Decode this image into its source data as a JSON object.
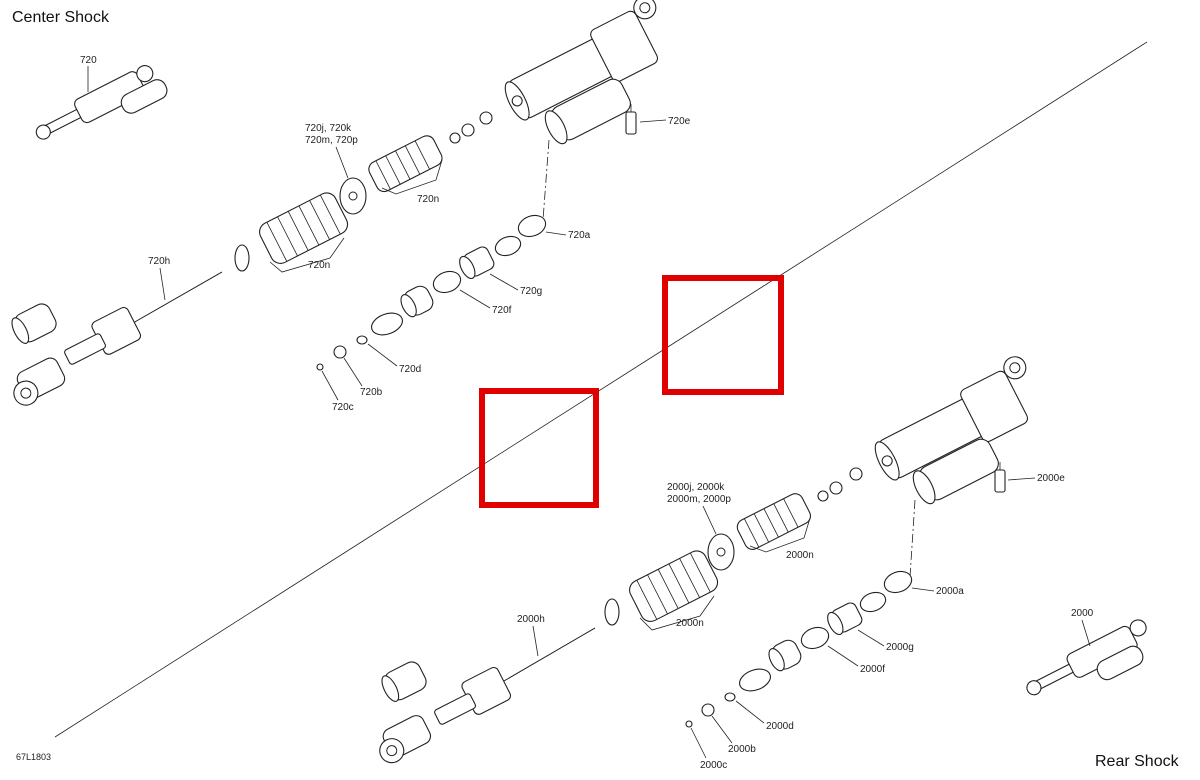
{
  "titles": {
    "center": "Center Shock",
    "rear": "Rear Shock"
  },
  "drawing_code": "67L1803",
  "highlight_color": "#e00000",
  "center_labels": {
    "assy": "720",
    "piston_group_l1": "720j, 720k",
    "piston_group_l2": "720m, 720p",
    "shim_upper": "720n",
    "shim_lower": "720n",
    "shaft": "720h",
    "valve": "720e",
    "oring_a": "720a",
    "piston_g": "720g",
    "ring_f": "720f",
    "washer_d": "720d",
    "nut_b": "720b",
    "screw_c": "720c"
  },
  "rear_labels": {
    "assy": "2000",
    "piston_group_l1": "2000j, 2000k",
    "piston_group_l2": "2000m, 2000p",
    "shim_upper": "2000n",
    "shim_lower": "2000n",
    "shaft": "2000h",
    "valve": "2000e",
    "oring_a": "2000a",
    "piston_g": "2000g",
    "ring_f": "2000f",
    "washer_d": "2000d",
    "nut_b": "2000b",
    "screw_c": "2000c"
  }
}
